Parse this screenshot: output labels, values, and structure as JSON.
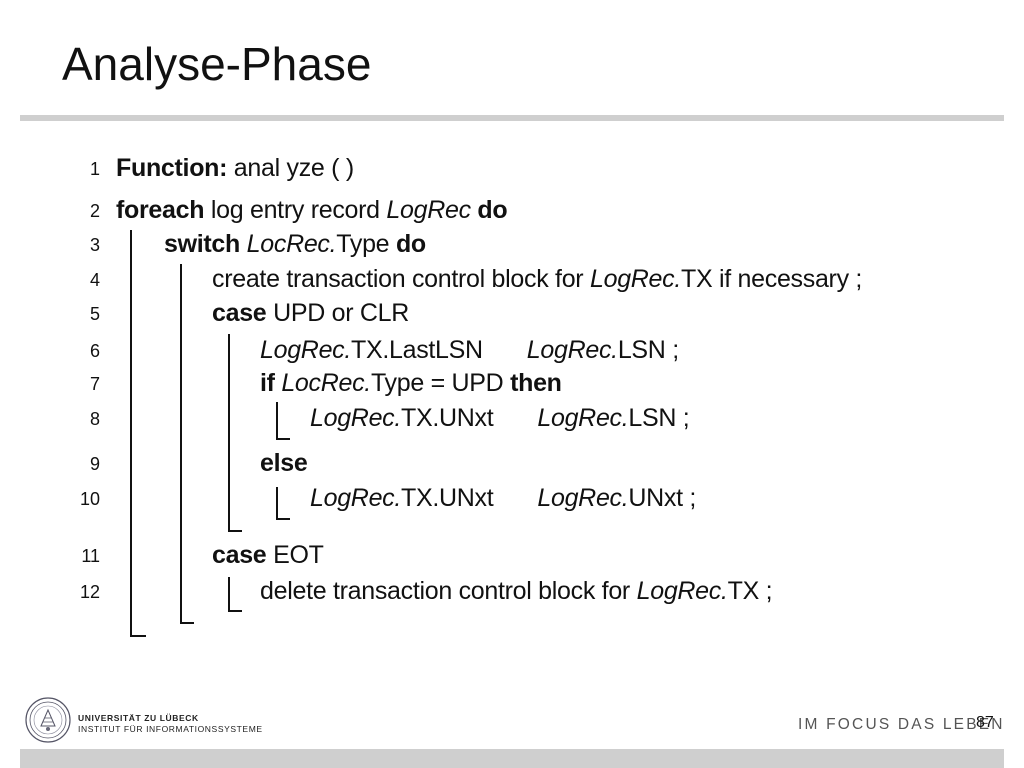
{
  "slide": {
    "title": "Analyse-Phase",
    "page_number": "87"
  },
  "algorithm": {
    "lines": [
      {
        "num": "1",
        "parts": [
          {
            "t": "Function:",
            "s": "b"
          },
          {
            "t": " anal yze ( )",
            "s": "n"
          }
        ]
      },
      {
        "num": "2",
        "parts": [
          {
            "t": "foreach",
            "s": "b"
          },
          {
            "t": "  log entry record ",
            "s": "n"
          },
          {
            "t": "LogRec",
            "s": "i"
          },
          {
            "t": " do",
            "s": "b"
          }
        ]
      },
      {
        "num": "3",
        "parts": [
          {
            "t": "switch",
            "s": "b"
          },
          {
            "t": "  ",
            "s": "n"
          },
          {
            "t": "LocRec.",
            "s": "i"
          },
          {
            "t": "Type ",
            "s": "n"
          },
          {
            "t": "do",
            "s": "b"
          }
        ]
      },
      {
        "num": "4",
        "parts": [
          {
            "t": "create transaction control block for ",
            "s": "n"
          },
          {
            "t": "LogRec.",
            "s": "i"
          },
          {
            "t": "TX if necessary ;",
            "s": "n"
          }
        ]
      },
      {
        "num": "5",
        "parts": [
          {
            "t": "case",
            "s": "b"
          },
          {
            "t": "  UPD or CLR",
            "s": "n"
          }
        ]
      },
      {
        "num": "6",
        "parts": [
          {
            "t": "LogRec.",
            "s": "i"
          },
          {
            "t": "TX.LastLSN",
            "s": "n"
          },
          {
            "t": "GAP",
            "s": "g"
          },
          {
            "t": "LogRec.",
            "s": "i"
          },
          {
            "t": "LSN ;",
            "s": "n"
          }
        ]
      },
      {
        "num": "7",
        "parts": [
          {
            "t": "if",
            "s": "b"
          },
          {
            "t": "  ",
            "s": "n"
          },
          {
            "t": "LocRec.",
            "s": "i"
          },
          {
            "t": "Type =  UPD ",
            "s": "n"
          },
          {
            "t": "then",
            "s": "b"
          }
        ]
      },
      {
        "num": "8",
        "parts": [
          {
            "t": "LogRec.",
            "s": "i"
          },
          {
            "t": "TX.UNxt",
            "s": "n"
          },
          {
            "t": "GAP",
            "s": "g"
          },
          {
            "t": "LogRec.",
            "s": "i"
          },
          {
            "t": "LSN ;",
            "s": "n"
          }
        ]
      },
      {
        "num": "9",
        "parts": [
          {
            "t": "else",
            "s": "b"
          }
        ]
      },
      {
        "num": "10",
        "parts": [
          {
            "t": "LogRec.",
            "s": "i"
          },
          {
            "t": "TX.UNxt",
            "s": "n"
          },
          {
            "t": "GAP",
            "s": "g"
          },
          {
            "t": "LogRec.",
            "s": "i"
          },
          {
            "t": "UNxt ;",
            "s": "n"
          }
        ]
      },
      {
        "num": "11",
        "parts": [
          {
            "t": "case",
            "s": "b"
          },
          {
            "t": "  EOT",
            "s": "n"
          }
        ]
      },
      {
        "num": "12",
        "parts": [
          {
            "t": "delete transaction control block for ",
            "s": "n"
          },
          {
            "t": "LogRec.",
            "s": "i"
          },
          {
            "t": "TX ;",
            "s": "n"
          }
        ]
      }
    ]
  },
  "footer": {
    "university_name": "UNIVERSITÄT ZU LÜBECK",
    "institute_name": "INSTITUT FÜR INFORMATIONSSYSTEME",
    "slogan": "IM FOCUS DAS LEBEN",
    "logo_icon": "university-seal-icon"
  },
  "colors": {
    "rule": "#cfcfcf",
    "text": "#111111",
    "slogan": "#555555"
  }
}
